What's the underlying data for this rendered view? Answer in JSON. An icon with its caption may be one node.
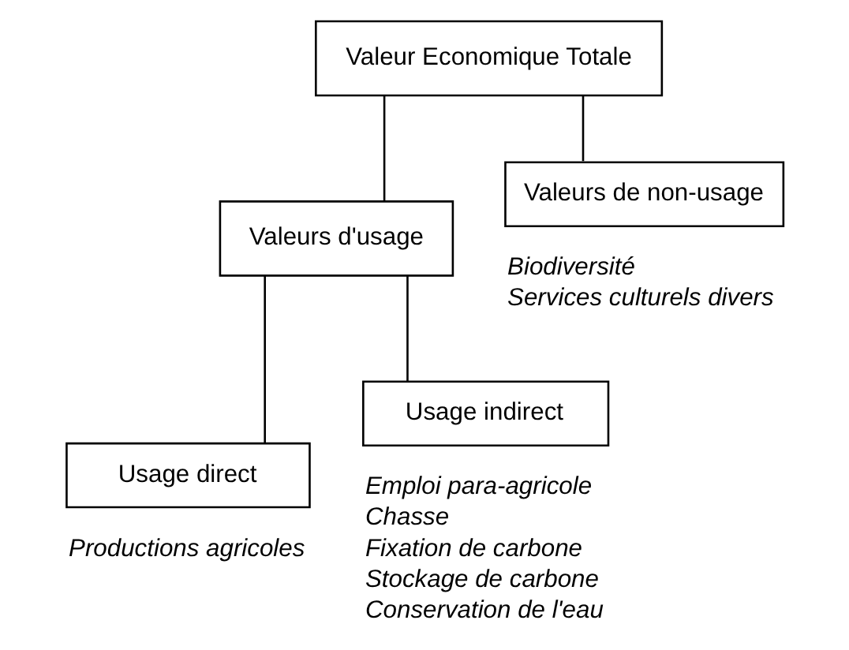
{
  "diagram": {
    "nodes": [
      {
        "text": [
          "Valeur Economique Totale"
        ]
      },
      {
        "text": [
          "Valeurs d'usage"
        ]
      },
      {
        "text": [
          "Valeurs de non-usage"
        ],
        "beside": [
          "Biodiversité",
          "Services culturels divers"
        ]
      },
      {
        "text": [
          "Usage direct"
        ],
        "beside": [
          "Productions agricoles"
        ]
      },
      {
        "text": [
          "Usage indirect"
        ],
        "beside": [
          "Emploi para-agricole",
          "Chasse",
          "Fixation de carbone",
          "Stockage de carbone",
          "Conservation de l'eau"
        ]
      }
    ],
    "edges": [
      {
        "from": 0,
        "to": 1,
        "arrow": "none"
      },
      {
        "from": 0,
        "to": 2,
        "arrow": "none"
      },
      {
        "from": 1,
        "to": 3,
        "arrow": "none"
      },
      {
        "from": 1,
        "to": 4,
        "arrow": "none"
      }
    ]
  }
}
